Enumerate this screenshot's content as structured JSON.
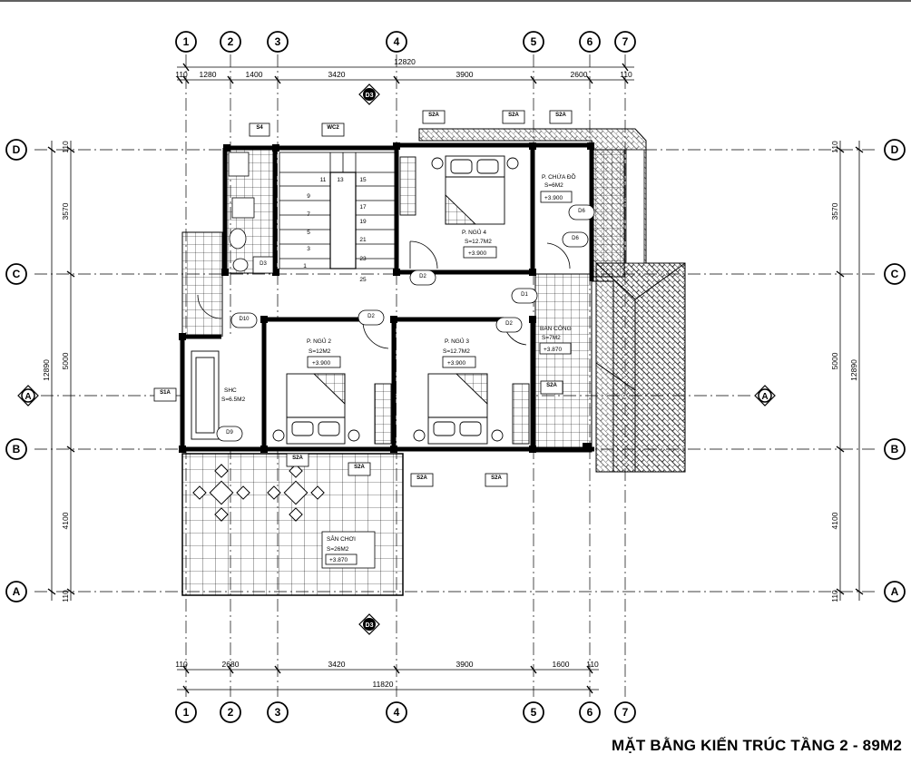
{
  "title": "MẶT BẰNG KIẾN TRÚC TẦNG 2 - 89M2",
  "grid_cols": [
    "1",
    "2",
    "3",
    "4",
    "5",
    "6",
    "7"
  ],
  "grid_rows": [
    "D",
    "C",
    "B",
    "A"
  ],
  "section_marker": "A",
  "section_tag": "D3",
  "dims": {
    "top_total": "12820",
    "top": [
      "110",
      "1280",
      "1400",
      "3420",
      "3900",
      "2600",
      "110"
    ],
    "bottom_total": "11820",
    "bottom": [
      "110",
      "2680",
      "3420",
      "3900",
      "1600",
      "110"
    ],
    "left": [
      "110",
      "3570",
      "5000",
      "4100",
      "110"
    ],
    "left_total": "12890",
    "right": [
      "110",
      "3570",
      "5000",
      "4100",
      "110"
    ],
    "right_total": "12890"
  },
  "rooms": {
    "bed4": {
      "name": "P. NGỦ 4",
      "area": "S=12.7M2",
      "level": "+3.900"
    },
    "storage": {
      "name": "P. CHỨA ĐỒ",
      "area": "S=6M2",
      "level": "+3.900"
    },
    "bed2": {
      "name": "P. NGỦ 2",
      "area": "S=12M2",
      "level": "+3.900"
    },
    "bed3": {
      "name": "P. NGỦ 3",
      "area": "S=12.7M2",
      "level": "+3.900"
    },
    "balcony": {
      "name": "BAN CÔNG",
      "area": "S=7M2",
      "level": "+3.870"
    },
    "shc": {
      "name": "SHC",
      "area": "S=6.5M2"
    },
    "terrace": {
      "name": "SÂN CHƠI",
      "area": "S=26M2",
      "level": "+3.870"
    }
  },
  "stair_numbers": [
    "11",
    "13",
    "15",
    "9",
    "17",
    "7",
    "19",
    "5",
    "21",
    "3",
    "23",
    "1",
    "25"
  ],
  "tags": {
    "d1": "D1",
    "d2": "D2",
    "d3": "D3",
    "d6": "D6",
    "d9": "D9",
    "d10": "D10",
    "s1a": "S1A",
    "s2a": "S2A",
    "s4": "S4",
    "wc2": "WC2"
  }
}
